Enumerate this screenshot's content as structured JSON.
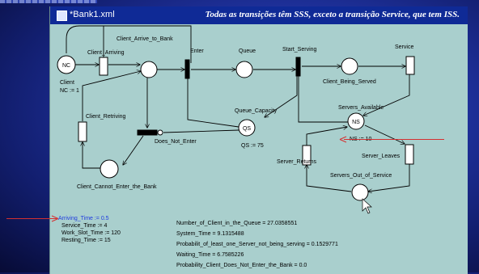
{
  "window": {
    "title": "*Bank1.xml",
    "banner": "Todas as  transições têm SSS, exceto a transição Service, que tem ISS."
  },
  "places": {
    "nc_token": "NC",
    "nc_name": "Client",
    "nc_init": "NC := 1",
    "queue": "Queue",
    "client_being_served": "Client_Being_Served",
    "queue_capacity": "Queue_Capacity",
    "qs_token": "QS",
    "qs_init": "QS := 75",
    "servers_available": "Servers_Available",
    "ns_token": "NS",
    "ns_init": "NS := 10",
    "servers_out_of_service": "Servers_Out_of_Service",
    "client_cannot_enter": "Client_Cannot_Enter_the_Bank"
  },
  "transitions": {
    "client_arriving": "Client_Arriving",
    "client_arrive_to_bank": "Client_Arrive_to_Bank",
    "enter": "Enter",
    "start_serving": "Start_Serving",
    "service": "Service",
    "client_retriving": "Client_Retriving",
    "does_not_enter": "Does_Not_Enter",
    "server_returns": "Server_Returns",
    "server_leaves": "Server_Leaves"
  },
  "variables": [
    "Arriving_Time := 0.5",
    "Service_Time := 4",
    "Work_Slot_Time := 120",
    "Resting_Time := 15"
  ],
  "results": [
    "Number_of_Client_in_the_Queue = 27.0358551",
    "System_Time = 9.1315488",
    "Probabilit_of_least_one_Server_not_being_serving = 0.1529771",
    "Waiting_Time = 6.7585226",
    "Probability_Client_Does_Not_Enter_the_Bank = 0.0"
  ],
  "colors": {
    "pointer_arrow": "#d43030",
    "highlight_text": "#1f3be0",
    "canvas": "#a9cfcd",
    "titlebar": "#0f2a96"
  }
}
